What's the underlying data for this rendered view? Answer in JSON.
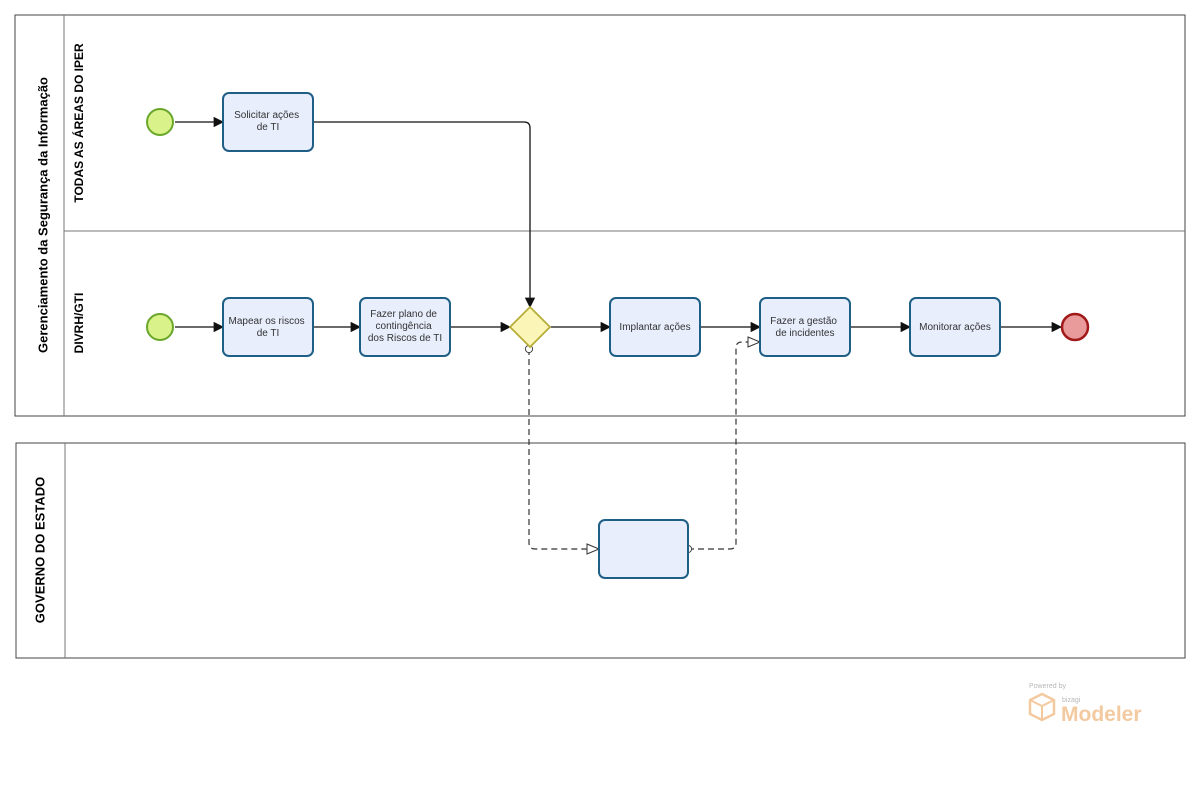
{
  "pools": [
    {
      "id": "gsi",
      "name": "Gerenciamento da Segurança da Informação",
      "lanes": [
        {
          "id": "areas",
          "name": "TODAS AS ÁREAS DO IPER"
        },
        {
          "id": "divrh",
          "name": "DIVRH/GTI"
        }
      ]
    },
    {
      "id": "gov",
      "name": "GOVERNO DO ESTADO",
      "lanes": []
    }
  ],
  "tasks": {
    "solicitar": {
      "lines": [
        "Solicitar ações",
        "de TI"
      ]
    },
    "mapear": {
      "lines": [
        "Mapear os riscos",
        "de TI"
      ]
    },
    "plano": {
      "lines": [
        "Fazer plano de",
        "contingência",
        "dos Riscos de TI"
      ]
    },
    "implantar": {
      "lines": [
        "Implantar ações"
      ]
    },
    "gestao": {
      "lines": [
        "Fazer a gestão",
        "de incidentes"
      ]
    },
    "monitorar": {
      "lines": [
        "Monitorar ações"
      ]
    },
    "gov_task": {
      "lines": []
    }
  },
  "colors": {
    "start_fill": "#d9f28a",
    "start_stroke": "#6aa62a",
    "end_fill": "#e99a9a",
    "end_stroke": "#a11a1a",
    "gateway_fill": "#fbf6b8",
    "gateway_stroke": "#b7ad3a",
    "task_fill": "#e8eefc",
    "task_stroke": "#1f5f86",
    "watermark": "#f3c9a0"
  },
  "watermark": {
    "powered": "Powered by",
    "brand": "bizagi",
    "product": "Modeler",
    "icon": "cube-logo-icon"
  }
}
